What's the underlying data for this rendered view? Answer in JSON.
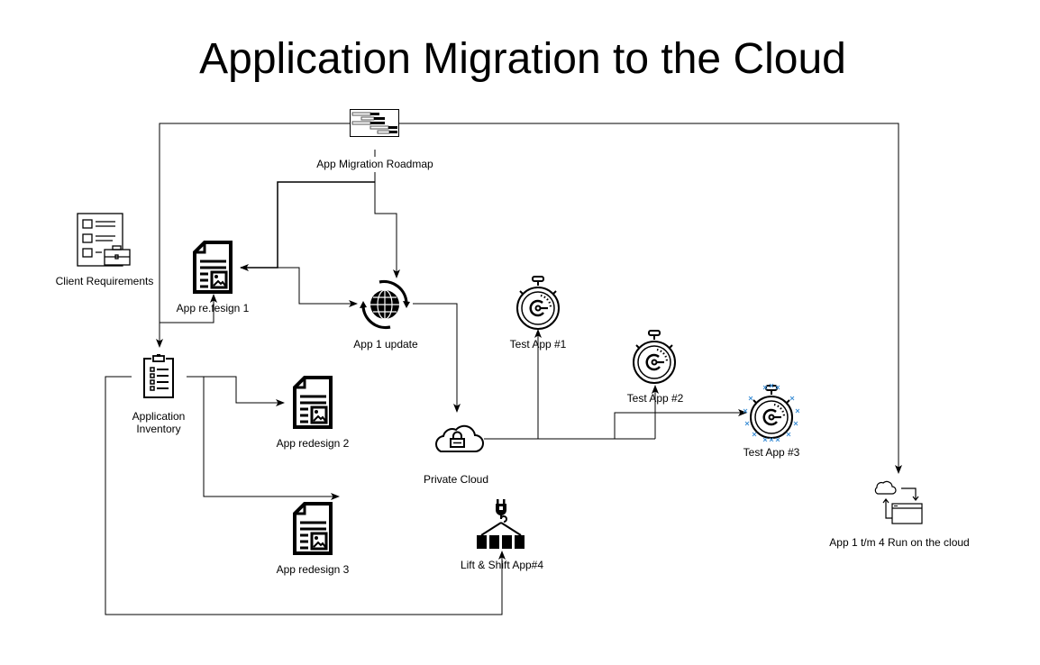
{
  "title": "Application Migration to the Cloud",
  "nodes": {
    "roadmap": {
      "label": "App Migration Roadmap",
      "icon": "gantt-chart-icon"
    },
    "client_requirements": {
      "label": "Client Requirements",
      "icon": "checklist-briefcase-icon"
    },
    "app_redesign_1": {
      "label": "App re.fesign 1",
      "icon": "document-image-icon"
    },
    "app_1_update": {
      "label": "App 1 update",
      "icon": "globe-refresh-icon"
    },
    "application_inventory": {
      "label_line1": "Application",
      "label_line2": "Inventory",
      "icon": "clipboard-list-icon"
    },
    "app_redesign_2": {
      "label": "App redesign 2",
      "icon": "document-image-icon"
    },
    "app_redesign_3": {
      "label": "App redesign 3",
      "icon": "document-image-icon"
    },
    "private_cloud": {
      "label": "Private Cloud",
      "icon": "cloud-lock-icon"
    },
    "test_app_1": {
      "label": "Test App #1",
      "icon": "stopwatch-icon"
    },
    "test_app_2": {
      "label": "Test App #2",
      "icon": "stopwatch-icon"
    },
    "test_app_3": {
      "label": "Test App #3",
      "icon": "stopwatch-icon",
      "selected": true
    },
    "lift_shift": {
      "label": "Lift & Shift App#4",
      "icon": "crane-hook-icon"
    },
    "run_on_cloud": {
      "label": "App 1 t/m 4 Run on the cloud",
      "icon": "cloud-sync-window-icon"
    }
  },
  "edges": [
    {
      "from": "roadmap",
      "to": "application_inventory"
    },
    {
      "from": "roadmap",
      "to": "run_on_cloud"
    },
    {
      "from": "roadmap",
      "to": "app_1_update"
    },
    {
      "from": "roadmap",
      "to": "app_redesign_1"
    },
    {
      "from": "roadmap",
      "to": "app_1_update",
      "via": "app_redesign_1 branch"
    },
    {
      "from": "application_inventory",
      "to": "app_redesign_1"
    },
    {
      "from": "application_inventory",
      "to": "app_redesign_2"
    },
    {
      "from": "application_inventory",
      "to": "app_redesign_3"
    },
    {
      "from": "application_inventory",
      "to": "lift_shift"
    },
    {
      "from": "app_1_update",
      "to": "private_cloud"
    },
    {
      "from": "private_cloud",
      "to": "test_app_1"
    },
    {
      "from": "private_cloud",
      "to": "test_app_2"
    },
    {
      "from": "private_cloud",
      "to": "test_app_3"
    }
  ],
  "colors": {
    "line": "#000000",
    "selection_handle": "#3d8fd6"
  }
}
